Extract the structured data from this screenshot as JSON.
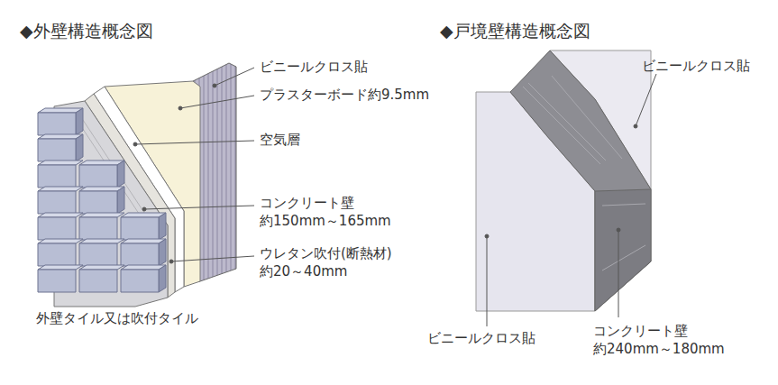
{
  "diagram": {
    "labels": [
      "◆外壁構造概念図",
      "◆戸境壁構造概念図",
      "ビニールクロス貼",
      "プラスターボード約9.5mm",
      "空気層",
      "コンクリート壁 約150mm～165mm",
      "ウレタン吹付(断熱材) 約20～40mm",
      "外壁タイル又は吹付タイル",
      "ビニールクロス貼",
      "ビニールクロス貼",
      "コンクリート壁 約240mm～180mm"
    ]
  }
}
